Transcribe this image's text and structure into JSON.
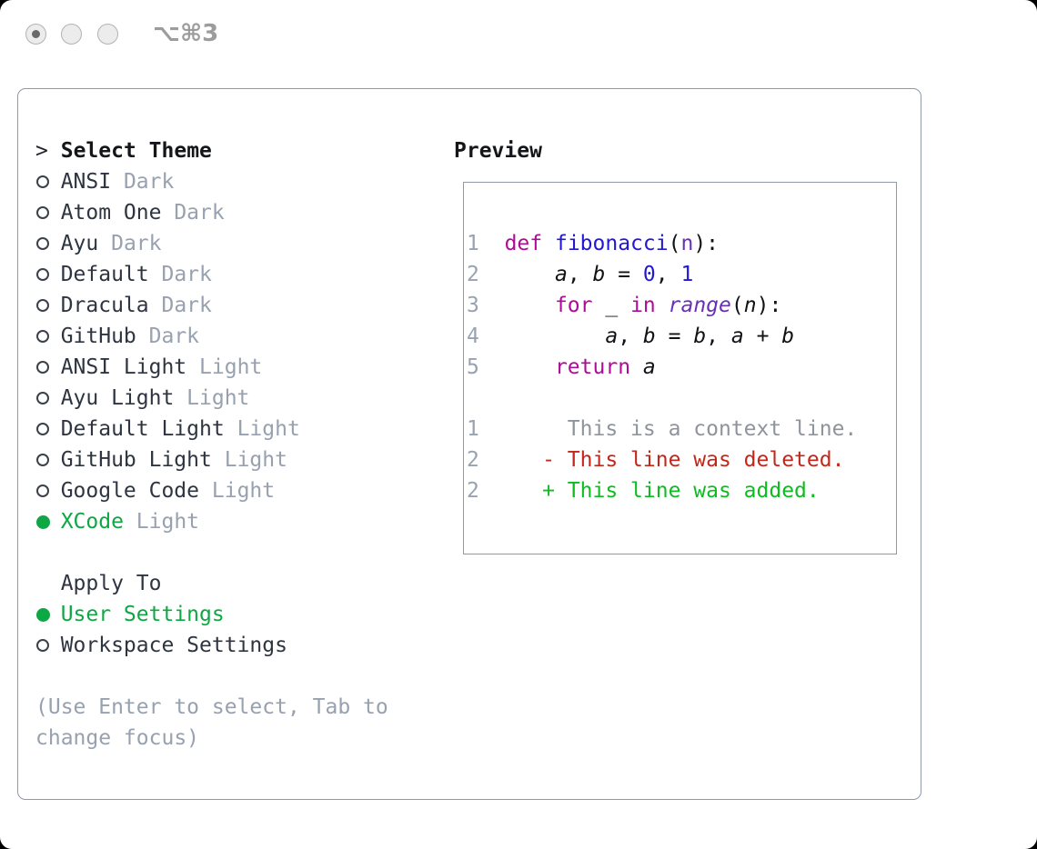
{
  "window": {
    "shortcut": "⌥⌘3",
    "controls": [
      "active",
      "inactive",
      "inactive"
    ]
  },
  "colors": {
    "sel-green": "#0da843",
    "muted": "#97a1af",
    "line-number": "#98a2b0",
    "keyword": "#ad0c96",
    "function": "#2318d1",
    "literal": "#2318d1",
    "builtin": "#6a2fb8",
    "param": "#6a2fb8",
    "context": "#8f949b",
    "deleted": "#c3261a",
    "added": "#0cbd20"
  },
  "left": {
    "prompt": ">",
    "title": "Select Theme",
    "themes": [
      {
        "label": "ANSI",
        "tag": "Dark",
        "selected": false
      },
      {
        "label": "Atom One",
        "tag": "Dark",
        "selected": false
      },
      {
        "label": "Ayu",
        "tag": "Dark",
        "selected": false
      },
      {
        "label": "Default",
        "tag": "Dark",
        "selected": false
      },
      {
        "label": "Dracula",
        "tag": "Dark",
        "selected": false
      },
      {
        "label": "GitHub",
        "tag": "Dark",
        "selected": false
      },
      {
        "label": "ANSI Light",
        "tag": "Light",
        "selected": false
      },
      {
        "label": "Ayu Light",
        "tag": "Light",
        "selected": false
      },
      {
        "label": "Default Light",
        "tag": "Light",
        "selected": false
      },
      {
        "label": "GitHub Light",
        "tag": "Light",
        "selected": false
      },
      {
        "label": "Google Code",
        "tag": "Light",
        "selected": false
      },
      {
        "label": "XCode",
        "tag": "Light",
        "selected": true
      }
    ],
    "apply_title": "Apply To",
    "apply_options": [
      {
        "label": "User Settings",
        "selected": true
      },
      {
        "label": "Workspace Settings",
        "selected": false
      }
    ],
    "hint_lines": [
      "(Use Enter to select, Tab to",
      "change focus)"
    ]
  },
  "preview": {
    "title": "Preview",
    "lines": [
      [
        {
          "t": "1",
          "s": "num"
        },
        {
          "t": "  "
        },
        {
          "t": "def",
          "s": "kw"
        },
        {
          "t": " "
        },
        {
          "t": "fibonacci",
          "s": "fn"
        },
        {
          "t": "("
        },
        {
          "t": "n",
          "s": "par"
        },
        {
          "t": "):"
        }
      ],
      [
        {
          "t": "2",
          "s": "num"
        },
        {
          "t": "      "
        },
        {
          "t": "a",
          "s": "var"
        },
        {
          "t": ", "
        },
        {
          "t": "b",
          "s": "var"
        },
        {
          "t": " = "
        },
        {
          "t": "0",
          "s": "lit"
        },
        {
          "t": ", "
        },
        {
          "t": "1",
          "s": "lit"
        }
      ],
      [
        {
          "t": "3",
          "s": "num"
        },
        {
          "t": "      "
        },
        {
          "t": "for",
          "s": "kw"
        },
        {
          "t": " "
        },
        {
          "t": "_",
          "s": "var"
        },
        {
          "t": " "
        },
        {
          "t": "in",
          "s": "kw"
        },
        {
          "t": " "
        },
        {
          "t": "range",
          "s": "bi"
        },
        {
          "t": "("
        },
        {
          "t": "n",
          "s": "var"
        },
        {
          "t": "):"
        }
      ],
      [
        {
          "t": "4",
          "s": "num"
        },
        {
          "t": "          "
        },
        {
          "t": "a",
          "s": "var"
        },
        {
          "t": ", "
        },
        {
          "t": "b",
          "s": "var"
        },
        {
          "t": " = "
        },
        {
          "t": "b",
          "s": "var"
        },
        {
          "t": ", "
        },
        {
          "t": "a",
          "s": "var"
        },
        {
          "t": " + "
        },
        {
          "t": "b",
          "s": "var"
        }
      ],
      [
        {
          "t": "5",
          "s": "num"
        },
        {
          "t": "      "
        },
        {
          "t": "return",
          "s": "kw"
        },
        {
          "t": " "
        },
        {
          "t": "a",
          "s": "var"
        }
      ],
      [],
      [
        {
          "t": "1",
          "s": "num"
        },
        {
          "t": "       "
        },
        {
          "t": "This is a context line.",
          "s": "ctx"
        }
      ],
      [
        {
          "t": "2",
          "s": "num"
        },
        {
          "t": "     "
        },
        {
          "t": "- This line was deleted.",
          "s": "del"
        }
      ],
      [
        {
          "t": "2",
          "s": "num"
        },
        {
          "t": "     "
        },
        {
          "t": "+ This line was added.",
          "s": "add"
        }
      ]
    ]
  }
}
